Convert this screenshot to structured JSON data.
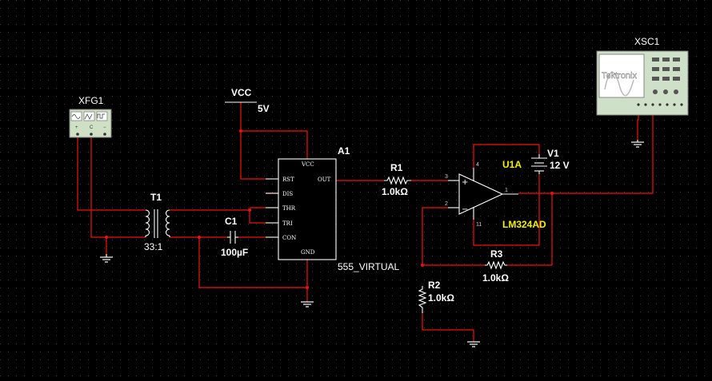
{
  "components": {
    "function_generator": {
      "ref": "XFG1"
    },
    "transformer": {
      "ref": "T1",
      "ratio": "33:1"
    },
    "vcc": {
      "ref": "VCC",
      "value": "5V"
    },
    "capacitor": {
      "ref": "C1",
      "value": "100µF"
    },
    "timer": {
      "ref": "A1",
      "model": "555_VIRTUAL",
      "pins": {
        "vcc": "VCC",
        "rst": "RST",
        "out": "OUT",
        "dis": "DIS",
        "thr": "THR",
        "tri": "TRI",
        "con": "CON",
        "gnd": "GND"
      }
    },
    "r1": {
      "ref": "R1",
      "value": "1.0kΩ"
    },
    "r2": {
      "ref": "R2",
      "value": "1.0kΩ"
    },
    "r3": {
      "ref": "R3",
      "value": "1.0kΩ"
    },
    "opamp": {
      "ref": "U1A",
      "model": "LM324AD",
      "pins": {
        "p3": "3",
        "p2": "2",
        "p4": "4",
        "p11": "11",
        "p1": "1"
      }
    },
    "battery": {
      "ref": "V1",
      "value": "12 V"
    },
    "oscilloscope": {
      "ref": "XSC1",
      "brand": "Tektronix"
    }
  },
  "colors": {
    "background": "#000000",
    "wire": "#ee1111",
    "component": "#ffffff",
    "highlight": "#f2f200",
    "grid": "#3a3a3a"
  }
}
